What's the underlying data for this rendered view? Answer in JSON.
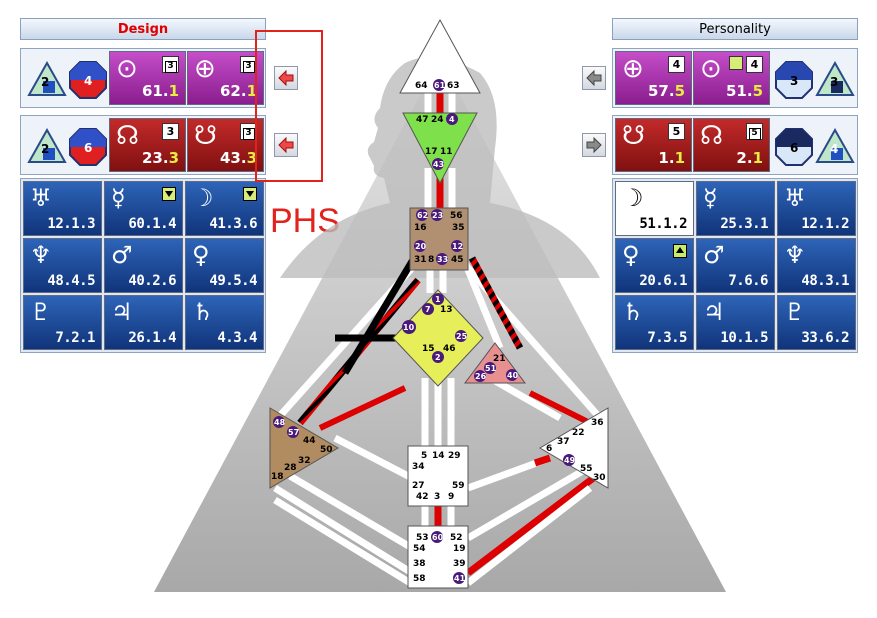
{
  "design": {
    "title": "Design",
    "variables_row1": {
      "left": "2",
      "right": "4"
    },
    "variables_row2": {
      "left": "2",
      "right": "6"
    },
    "sun": {
      "glyph": "⊙",
      "line_mark": "3",
      "value": "61.",
      "line": "1"
    },
    "earth": {
      "glyph": "⊕",
      "line_mark": "3",
      "value": "62.",
      "line": "1"
    },
    "north_node": {
      "glyph": "☊",
      "line_mark": "3",
      "value": "23.",
      "line": "3"
    },
    "south_node": {
      "glyph": "☋",
      "line_mark": "3",
      "value": "43.",
      "line": "3"
    },
    "planets": [
      {
        "name": "uranus",
        "glyph": "♅",
        "value": "12.1.3",
        "flag": ""
      },
      {
        "name": "mercury",
        "glyph": "☿",
        "value": "60.1.4",
        "flag": "down"
      },
      {
        "name": "moon",
        "glyph": "☽",
        "value": "41.3.6",
        "flag": "down"
      },
      {
        "name": "neptune",
        "glyph": "♆",
        "value": "48.4.5",
        "flag": ""
      },
      {
        "name": "mars",
        "glyph": "♂",
        "value": "40.2.6",
        "flag": ""
      },
      {
        "name": "venus",
        "glyph": "♀",
        "value": "49.5.4",
        "flag": ""
      },
      {
        "name": "pluto",
        "glyph": "♇",
        "value": "7.2.1",
        "flag": ""
      },
      {
        "name": "jupiter",
        "glyph": "♃",
        "value": "26.1.4",
        "flag": ""
      },
      {
        "name": "saturn",
        "glyph": "♄",
        "value": "4.3.4",
        "flag": ""
      }
    ]
  },
  "personality": {
    "title": "Personality",
    "variables_row1": {
      "left": "3",
      "right": "3"
    },
    "variables_row2": {
      "left": "6",
      "right": "4"
    },
    "earth": {
      "glyph": "⊕",
      "line_mark": "4",
      "value": "57.",
      "line": "5"
    },
    "sun": {
      "glyph": "⊙",
      "line_mark": "4",
      "value": "51.",
      "line": "5"
    },
    "south_node": {
      "glyph": "☋",
      "line_mark": "5",
      "value": "1.",
      "line": "1"
    },
    "north_node": {
      "glyph": "☊",
      "line_mark": "5",
      "value": "2.",
      "line": "1"
    },
    "planets": [
      {
        "name": "moon",
        "glyph": "☽",
        "value": "51.1.2",
        "flag": ""
      },
      {
        "name": "mercury",
        "glyph": "☿",
        "value": "25.3.1",
        "flag": ""
      },
      {
        "name": "uranus",
        "glyph": "♅",
        "value": "12.1.2",
        "flag": ""
      },
      {
        "name": "venus",
        "glyph": "♀",
        "value": "20.6.1",
        "flag": "up"
      },
      {
        "name": "mars",
        "glyph": "♂",
        "value": "7.6.6",
        "flag": ""
      },
      {
        "name": "neptune",
        "glyph": "♆",
        "value": "48.3.1",
        "flag": ""
      },
      {
        "name": "saturn",
        "glyph": "♄",
        "value": "7.3.5",
        "flag": ""
      },
      {
        "name": "jupiter",
        "glyph": "♃",
        "value": "10.1.5",
        "flag": ""
      },
      {
        "name": "pluto",
        "glyph": "♇",
        "value": "33.6.2",
        "flag": ""
      }
    ]
  },
  "annotation": {
    "label": "PHS",
    "color": "#e2221c"
  },
  "colors": {
    "design": "#e00000",
    "personality": "#000000",
    "accent": "#e2221c"
  },
  "bodygraph": {
    "head": [
      "64",
      "61",
      "63"
    ],
    "ajna": [
      "47",
      "24",
      "4",
      "17",
      "11",
      "43"
    ],
    "throat": [
      "62",
      "23",
      "56",
      "16",
      "35",
      "20",
      "12",
      "31",
      "8",
      "33",
      "45"
    ],
    "g": [
      "1",
      "13",
      "7",
      "10",
      "25",
      "15",
      "46",
      "2"
    ],
    "heart": [
      "21",
      "51",
      "26",
      "40"
    ],
    "spleen": [
      "48",
      "57",
      "44",
      "50",
      "32",
      "28",
      "18"
    ],
    "solar_plexus": [
      "36",
      "22",
      "37",
      "6",
      "49",
      "55",
      "30"
    ],
    "sacral": [
      "5",
      "14",
      "29",
      "34",
      "27",
      "59",
      "42",
      "3",
      "9"
    ],
    "root": [
      "53",
      "60",
      "52",
      "54",
      "19",
      "38",
      "39",
      "58",
      "41"
    ]
  }
}
